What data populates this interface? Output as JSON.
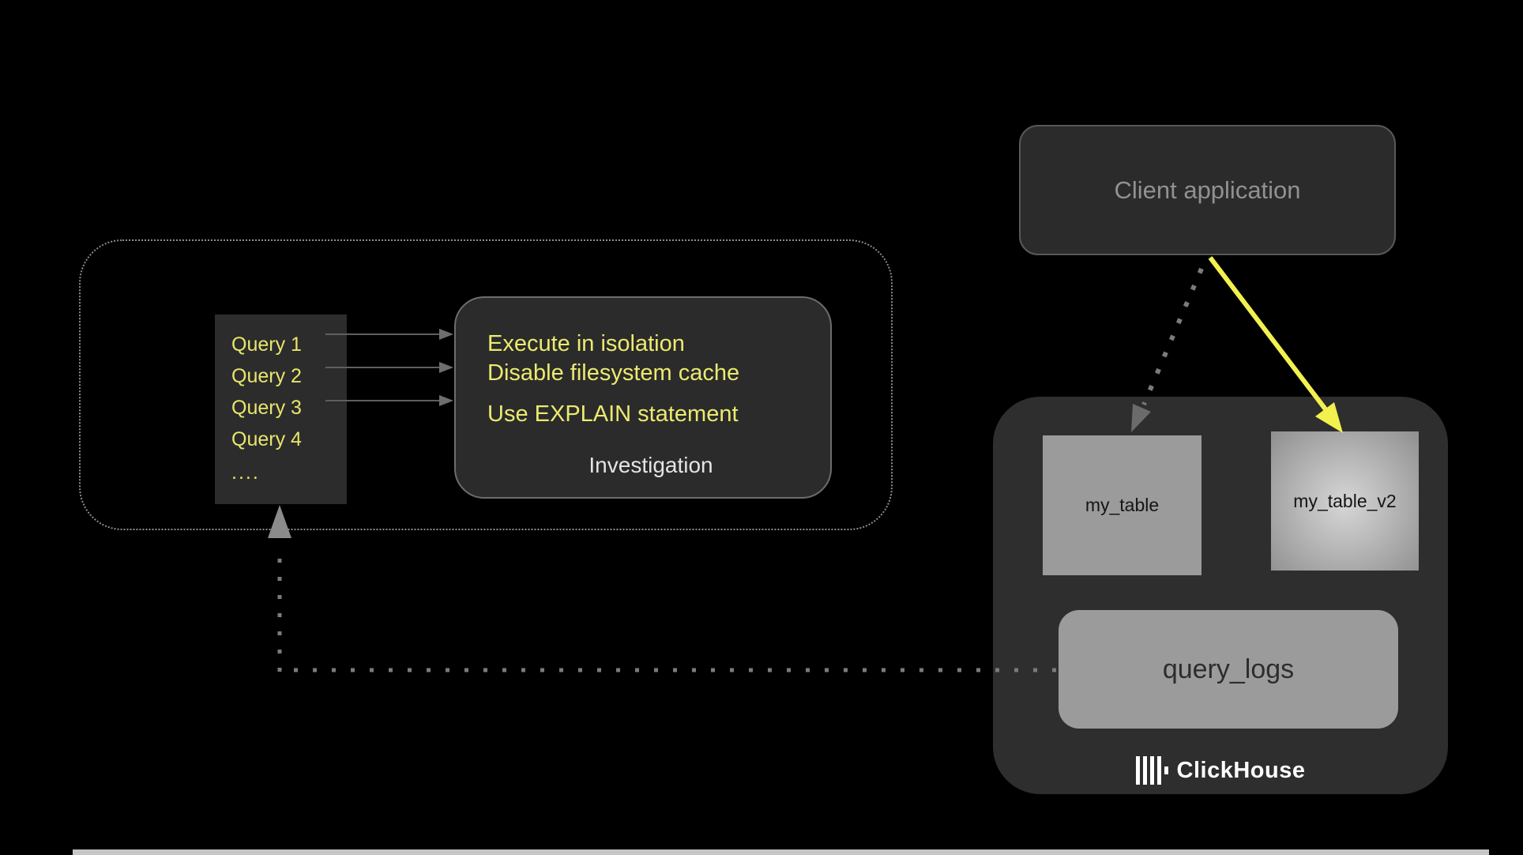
{
  "colors": {
    "background": "#000000",
    "panel_dark": "#2b2b2b",
    "panel_gray": "#9b9b9b",
    "text_yellow": "#e9e56c",
    "arrow_yellow": "#f2f14e",
    "arrow_gray": "#7b7b7b",
    "client_text": "#919191",
    "brand_white": "#ffffff"
  },
  "query_group": {
    "items": [
      "Query 1",
      "Query 2",
      "Query 3",
      "Query 4",
      "...."
    ]
  },
  "investigation": {
    "line1": "Execute in isolation",
    "line2": "Disable filesystem cache",
    "line3": "Use EXPLAIN statement",
    "caption": "Investigation"
  },
  "client_app": {
    "label": "Client application"
  },
  "clickhouse": {
    "table1": "my_table",
    "table2": "my_table_v2",
    "logs_table": "query_logs",
    "brand": "ClickHouse"
  },
  "icons": {
    "clickhouse_logo_icon": "four-vertical-bars-with-dot"
  }
}
